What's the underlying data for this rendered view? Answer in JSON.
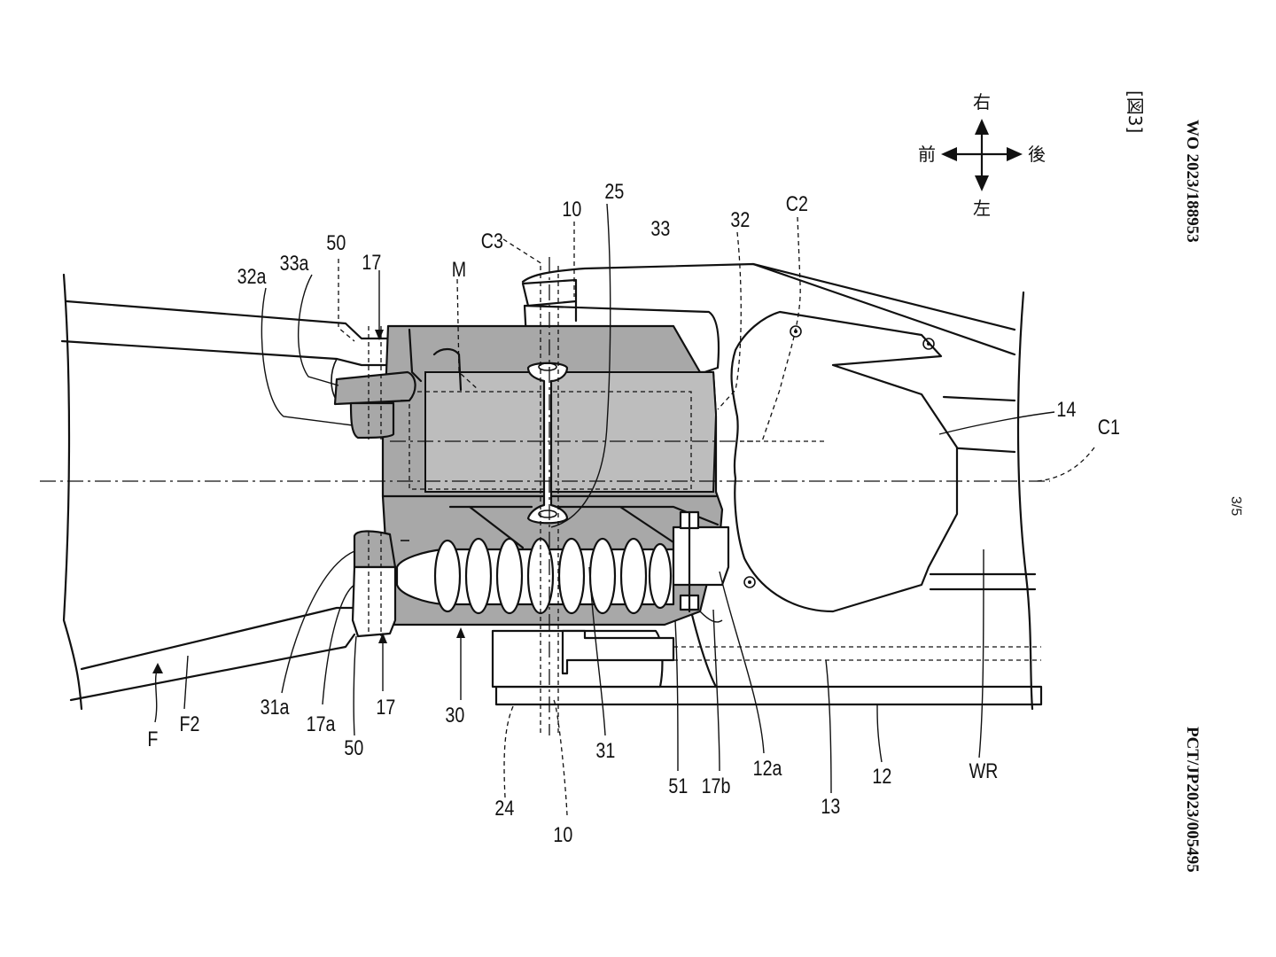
{
  "header": {
    "publication": "WO 2023/188953",
    "figure_label": "[図3]",
    "page_number": "3/5",
    "application": "PCT/JP2023/005495"
  },
  "compass": {
    "up": "右",
    "down": "左",
    "left": "前",
    "right": "後"
  },
  "labels": {
    "l_10_top": "10",
    "l_25": "25",
    "l_33": "33",
    "l_32": "32",
    "l_c2": "C2",
    "l_c3": "C3",
    "l_50_top": "50",
    "l_33a": "33a",
    "l_32a": "32a",
    "l_17_top": "17",
    "l_m": "M",
    "l_14": "14",
    "l_c1": "C1",
    "l_f": "F",
    "l_f2": "F2",
    "l_31a": "31a",
    "l_17a": "17a",
    "l_50_bot": "50",
    "l_17_bot": "17",
    "l_30": "30",
    "l_24": "24",
    "l_10_bot": "10",
    "l_31": "31",
    "l_51": "51",
    "l_17b": "17b",
    "l_12a": "12a",
    "l_13": "13",
    "l_12": "12",
    "l_wr": "WR"
  }
}
